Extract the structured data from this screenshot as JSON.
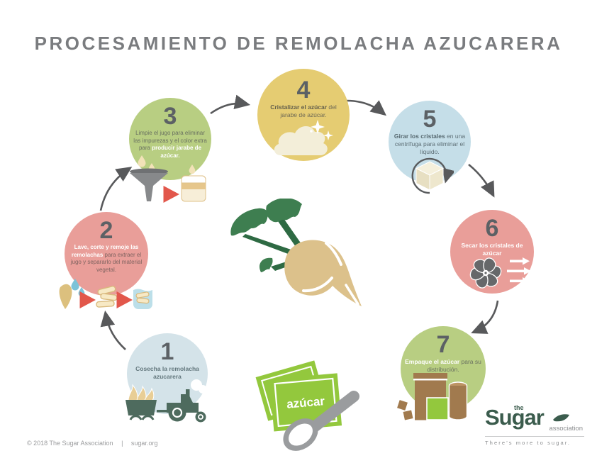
{
  "title": "PROCESAMIENTO DE REMOLACHA AZUCARERA",
  "steps": [
    {
      "number": "1",
      "pre": "",
      "bold": "Cosecha la remolacha azucarera",
      "post": "",
      "circle_color": "#d4e3e9",
      "bold_color": "#64787e",
      "text_color": "#64787e"
    },
    {
      "number": "2",
      "pre": "",
      "bold": "Lave, corte y remoje las remolachas",
      "post": " para extraer el jugo y separarlo del material vegetal.",
      "circle_color": "#e99e99",
      "bold_color": "#ffffff",
      "text_color": "#7f6360"
    },
    {
      "number": "3",
      "pre": "Limpie el jugo para eliminar las impurezas y el color extra para ",
      "bold": "producir jarabe de azúcar.",
      "post": "",
      "circle_color": "#b8ce82",
      "bold_color": "#ffffff",
      "text_color": "#697060"
    },
    {
      "number": "4",
      "pre": "",
      "bold": "Cristalizar el azúcar",
      "post": " del jarabe de azúcar.",
      "circle_color": "#e5cc72",
      "bold_color": "#645f4b",
      "text_color": "#6f6a55"
    },
    {
      "number": "5",
      "pre": "",
      "bold": "Girar los cristales",
      "post": " en una centrífuga para eliminar el líquido.",
      "circle_color": "#c5dee8",
      "bold_color": "#56686f",
      "text_color": "#5e6f76"
    },
    {
      "number": "6",
      "pre": "",
      "bold": "Secar los cristales de azúcar",
      "post": "",
      "circle_color": "#e99e99",
      "bold_color": "#ffffff",
      "text_color": "#7f6360"
    },
    {
      "number": "7",
      "pre": "",
      "bold": "Empaque el azúcar",
      "post": " para su distribución.",
      "circle_color": "#b8ce82",
      "bold_color": "#ffffff",
      "text_color": "#697060"
    }
  ],
  "packets": {
    "label": "azúcar"
  },
  "footer": {
    "copyright": "© 2018 The Sugar Association",
    "divider": "|",
    "site": "sugar.org"
  },
  "logo": {
    "the": "the",
    "name": "Sugar",
    "association": "association",
    "tagline": "There’s more to sugar."
  },
  "colors": {
    "title": "#7a7c7f",
    "number": "#5c6165",
    "arrow": "#58595b",
    "accent_red": "#e2574b",
    "brand_green": "#3b5c4d",
    "packet_green": "#93c83d",
    "footer_text": "#9b9c9e"
  }
}
